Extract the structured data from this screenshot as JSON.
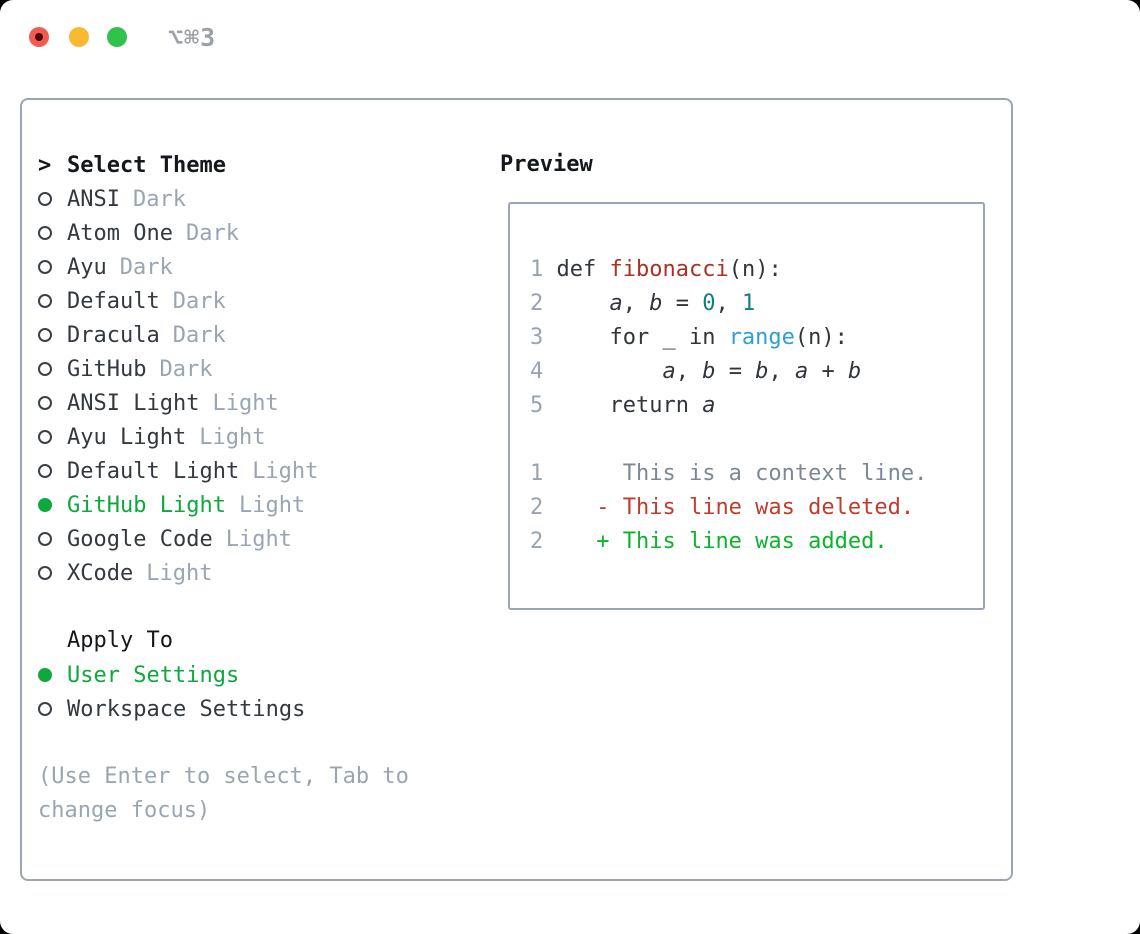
{
  "colors": {
    "heading": "#14181c",
    "item": "#33393f",
    "muted": "#9aa5b2",
    "green": "#0fa83f",
    "border": "#9aa6b4",
    "linenum": "#98a3b1",
    "code": "#30363c",
    "fname": "#a93126",
    "num": "#107d85",
    "builtin": "#2e9ed7",
    "ctx": "#7e8894",
    "del": "#c23b2b",
    "add": "#0cb42b",
    "title": "#9aa1a8",
    "tl-red": "#f15b51",
    "tl-red-dot": "#4a0b07",
    "tl-yellow": "#f9ba32",
    "tl-green": "#30c24a"
  },
  "titlebar": {
    "shortcut": "⌥⌘3",
    "icons": {
      "close_button": "red-circle-with-dot",
      "minimize_button": "yellow-circle",
      "zoom_button": "green-circle"
    }
  },
  "theme_panel": {
    "header_marker": ">",
    "header": "Select Theme",
    "icons": {
      "radio_unselected": "○",
      "radio_selected": "●"
    },
    "items": [
      {
        "name": "ANSI",
        "variant": "Dark",
        "selected": false
      },
      {
        "name": "Atom One",
        "variant": "Dark",
        "selected": false
      },
      {
        "name": "Ayu",
        "variant": "Dark",
        "selected": false
      },
      {
        "name": "Default",
        "variant": "Dark",
        "selected": false
      },
      {
        "name": "Dracula",
        "variant": "Dark",
        "selected": false
      },
      {
        "name": "GitHub",
        "variant": "Dark",
        "selected": false
      },
      {
        "name": "ANSI Light",
        "variant": "Light",
        "selected": false
      },
      {
        "name": "Ayu Light",
        "variant": "Light",
        "selected": false
      },
      {
        "name": "Default Light",
        "variant": "Light",
        "selected": false
      },
      {
        "name": "GitHub Light",
        "variant": "Light",
        "selected": true
      },
      {
        "name": "Google Code",
        "variant": "Light",
        "selected": false
      },
      {
        "name": "XCode",
        "variant": "Light",
        "selected": false
      }
    ]
  },
  "apply_to": {
    "header": "Apply To",
    "items": [
      {
        "name": "User Settings",
        "selected": true
      },
      {
        "name": "Workspace Settings",
        "selected": false
      }
    ]
  },
  "hint": "(Use Enter to select, Tab to change focus)",
  "preview": {
    "header": "Preview",
    "lines": [
      {
        "kind": "code",
        "num": "1",
        "tokens": [
          {
            "t": "def ",
            "c": "code"
          },
          {
            "t": "fibonacci",
            "c": "fname"
          },
          {
            "t": "(n):",
            "c": "code"
          }
        ]
      },
      {
        "kind": "code",
        "num": "2",
        "tokens": [
          {
            "t": "    ",
            "c": "code"
          },
          {
            "t": "a",
            "c": "var"
          },
          {
            "t": ", ",
            "c": "code"
          },
          {
            "t": "b",
            "c": "var"
          },
          {
            "t": " = ",
            "c": "code"
          },
          {
            "t": "0",
            "c": "number"
          },
          {
            "t": ", ",
            "c": "code"
          },
          {
            "t": "1",
            "c": "number"
          }
        ]
      },
      {
        "kind": "code",
        "num": "3",
        "tokens": [
          {
            "t": "    for _ in ",
            "c": "code"
          },
          {
            "t": "range",
            "c": "builtin"
          },
          {
            "t": "(n):",
            "c": "code"
          }
        ]
      },
      {
        "kind": "code",
        "num": "4",
        "tokens": [
          {
            "t": "        ",
            "c": "code"
          },
          {
            "t": "a",
            "c": "var"
          },
          {
            "t": ", ",
            "c": "code"
          },
          {
            "t": "b",
            "c": "var"
          },
          {
            "t": " = ",
            "c": "code"
          },
          {
            "t": "b",
            "c": "var"
          },
          {
            "t": ", ",
            "c": "code"
          },
          {
            "t": "a",
            "c": "var"
          },
          {
            "t": " + ",
            "c": "code"
          },
          {
            "t": "b",
            "c": "var"
          }
        ]
      },
      {
        "kind": "code",
        "num": "5",
        "tokens": [
          {
            "t": "    return ",
            "c": "code"
          },
          {
            "t": "a",
            "c": "var"
          }
        ]
      },
      {
        "kind": "blank"
      },
      {
        "kind": "diff-context",
        "num": "1",
        "tokens": [
          {
            "t": "     This is a context line.",
            "c": "context"
          }
        ]
      },
      {
        "kind": "diff-deleted",
        "num": "2",
        "tokens": [
          {
            "t": "   - This line was deleted.",
            "c": "deleted"
          }
        ]
      },
      {
        "kind": "diff-added",
        "num": "2",
        "tokens": [
          {
            "t": "   + This line was added.",
            "c": "added"
          }
        ]
      }
    ]
  }
}
